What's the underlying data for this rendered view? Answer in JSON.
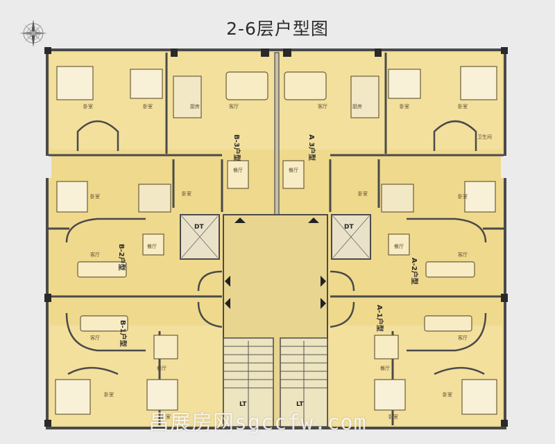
{
  "title": "2-6层户型图",
  "watermark": "昌展房网sgccfw.com",
  "units": {
    "a3": "A 3户型",
    "b3": "B-3户型",
    "a2": "A-2户型",
    "b2": "B-2户型",
    "a1": "A-1户型",
    "b1": "B-1户型"
  },
  "rooms": {
    "bedroom": "卧室",
    "kitchen": "厨房",
    "living": "客厅",
    "dining": "餐厅",
    "bath": "卫生间"
  },
  "elevator": "DT",
  "stair": "LT",
  "colors": {
    "floor": "#efd98d",
    "floor_light": "#f6e6a8",
    "wall": "#4a4a4a",
    "stair": "#ede4c0",
    "background": "#ebebeb"
  }
}
